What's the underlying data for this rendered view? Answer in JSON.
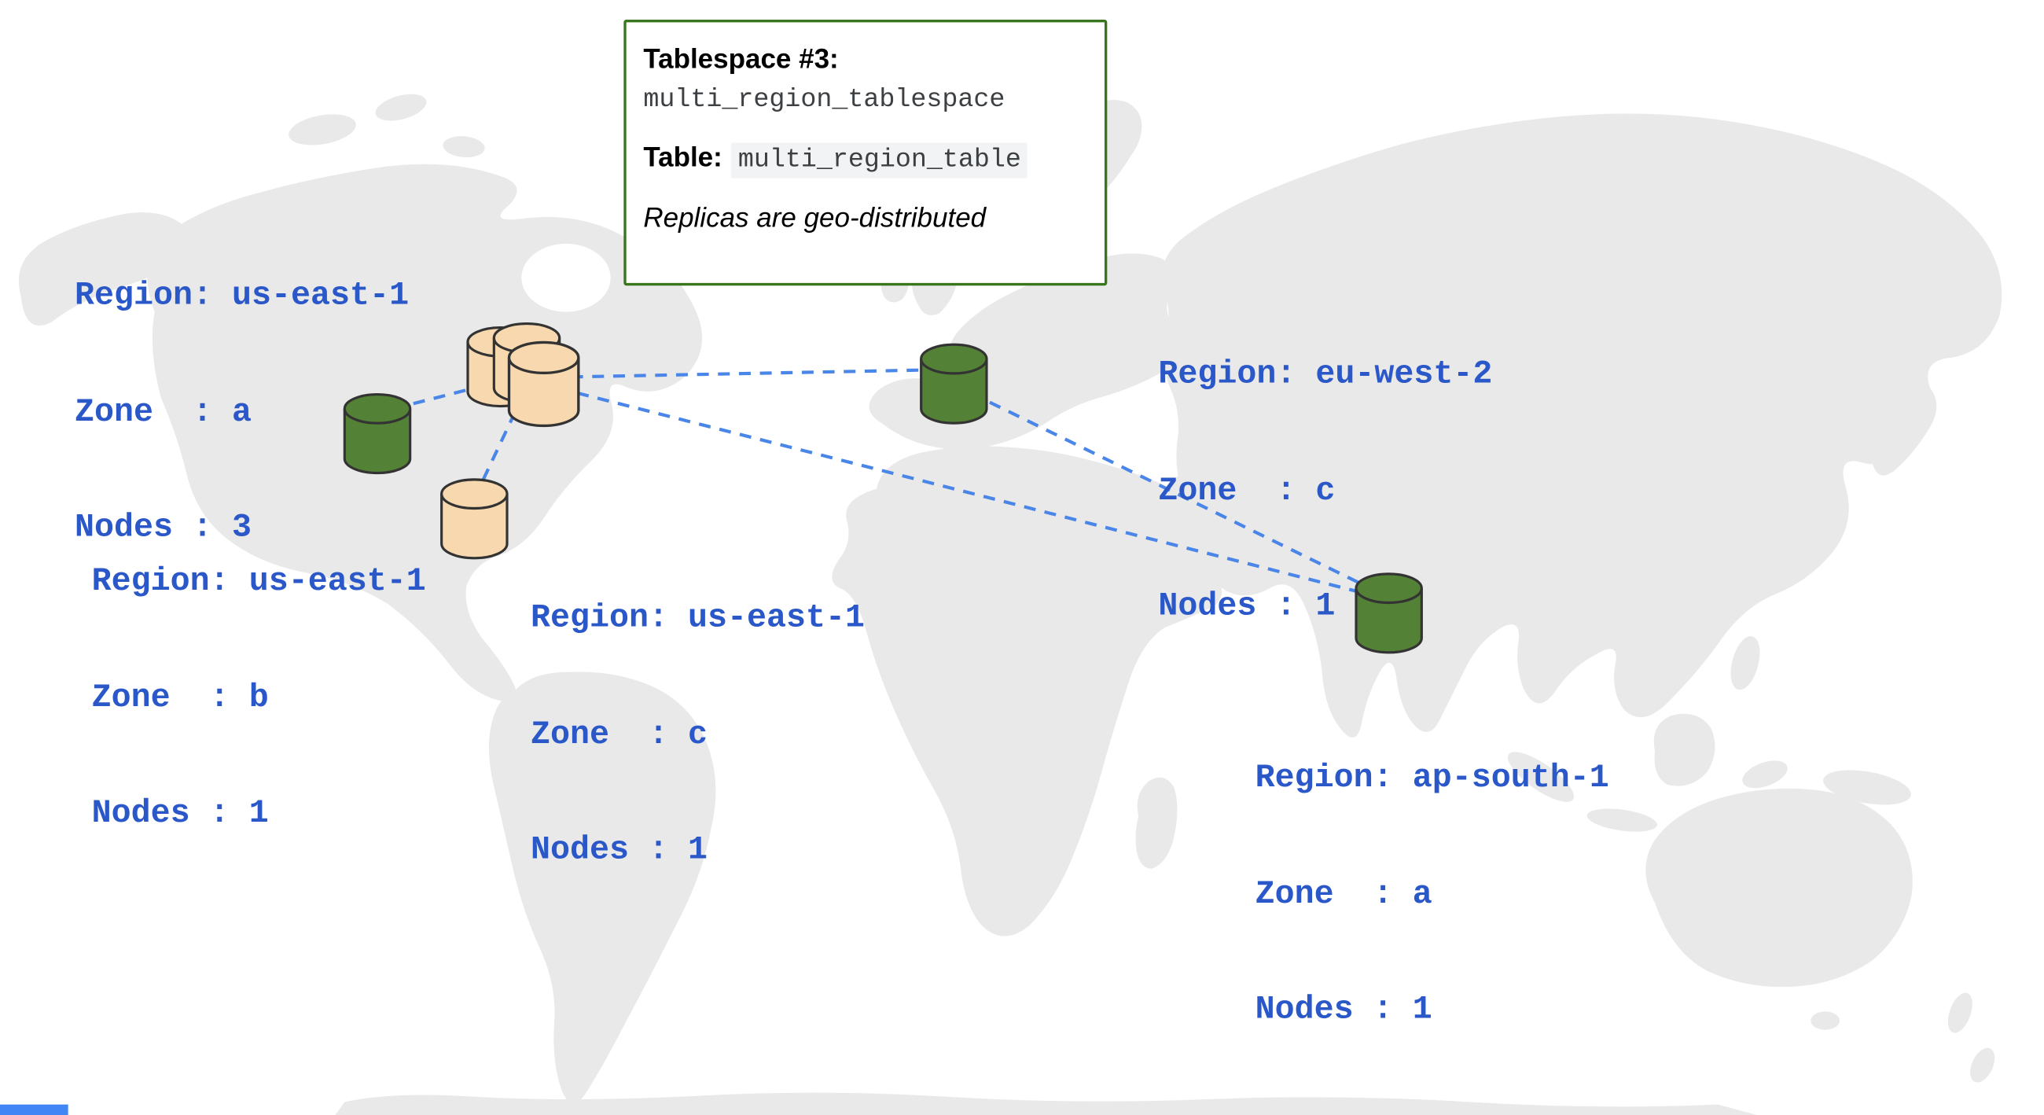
{
  "info_box": {
    "tablespace_label": "Tablespace #3:",
    "tablespace_name": "multi_region_tablespace",
    "table_label": "Table:",
    "table_name": "multi_region_table",
    "note": "Replicas are geo-distributed"
  },
  "regions": [
    {
      "id": "us-east-1-zone-a",
      "lines": [
        "Region: us-east-1",
        "Zone  : a",
        "Nodes : 3"
      ],
      "node_color": "tan",
      "node_count": 3
    },
    {
      "id": "us-east-1-zone-b",
      "lines": [
        "Region: us-east-1",
        "Zone  : b",
        "Nodes : 1"
      ],
      "node_color": "green",
      "node_count": 1
    },
    {
      "id": "us-east-1-zone-c",
      "lines": [
        "Region: us-east-1",
        "Zone  : c",
        "Nodes : 1"
      ],
      "node_color": "tan",
      "node_count": 1
    },
    {
      "id": "eu-west-2-zone-c",
      "lines": [
        "Region: eu-west-2",
        "Zone  : c",
        "Nodes : 1"
      ],
      "node_color": "green",
      "node_count": 1
    },
    {
      "id": "ap-south-1-zone-a",
      "lines": [
        "Region: ap-south-1",
        "Zone  : a",
        "Nodes : 1"
      ],
      "node_color": "green",
      "node_count": 1
    }
  ],
  "colors": {
    "label_blue": "#2b58c8",
    "link_blue": "#4a86e8",
    "node_green": "#538135",
    "node_tan": "#f8d8ae",
    "node_stroke": "#333333",
    "box_border": "#38761d",
    "map_gray": "#e9e9e9",
    "code_text": "#3c4043",
    "code_bg": "#f1f3f4",
    "artifact_blue": "#4285f4"
  }
}
